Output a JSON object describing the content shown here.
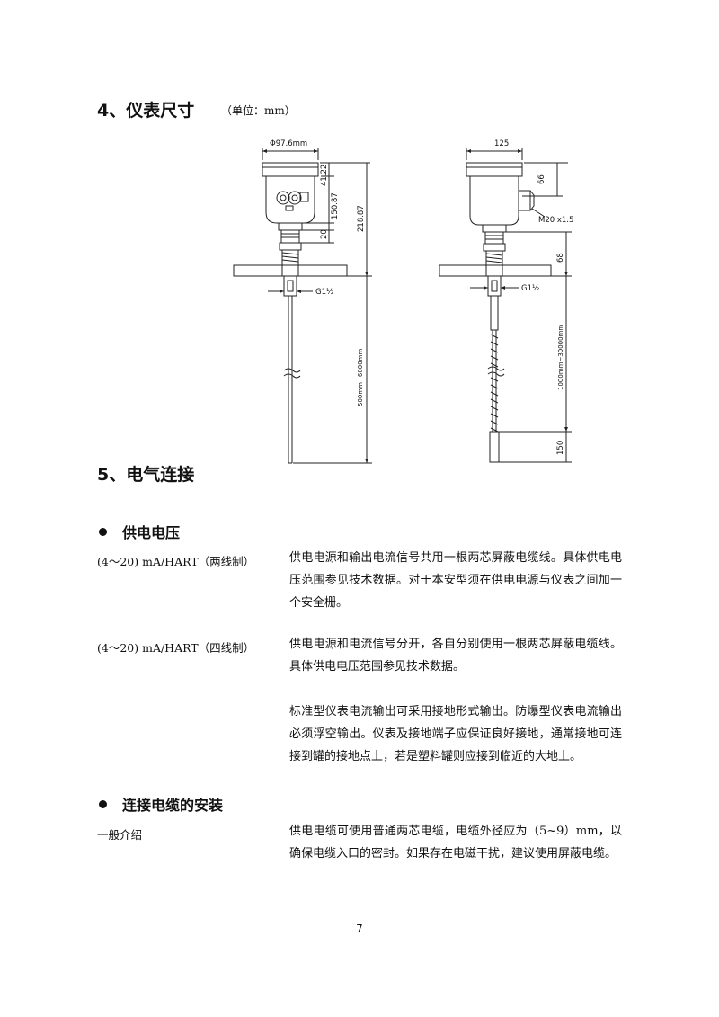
{
  "section4": {
    "title": "4、仪表尺寸",
    "unit": "（单位：mm）"
  },
  "drawing": {
    "left": {
      "diameter": "Φ97.6mm",
      "dims": [
        "41.22",
        "150.87",
        "20",
        "218.87",
        "500mm~6000mm"
      ],
      "thread": "G1½"
    },
    "right": {
      "width": "125",
      "dims": [
        "66",
        "68",
        "1000mm~30000mm",
        "150"
      ],
      "cable_gland": "M20 x1.5",
      "thread": "G1½"
    }
  },
  "section5": {
    "title": "5、电气连接"
  },
  "supply": {
    "heading": "供电电压",
    "items": [
      {
        "label": "(4～20) mA/HART（两线制）",
        "text": "供电电源和输出电流信号共用一根两芯屏蔽电缆线。具体供电电压范围参见技术数据。对于本安型须在供电电源与仪表之间加一个安全栅。"
      },
      {
        "label": "(4～20) mA/HART（四线制）",
        "text": "供电电源和电流信号分开，各自分别使用一根两芯屏蔽电缆线。具体供电电压范围参见技术数据。"
      }
    ],
    "note": "标准型仪表电流输出可采用接地形式输出。防爆型仪表电流输出必须浮空输出。仪表及接地端子应保证良好接地，通常接地可连接到罐的接地点上，若是塑料罐则应接到临近的大地上。"
  },
  "cable": {
    "heading": "连接电缆的安装",
    "label": "一般介绍",
    "text": "供电电缆可使用普通两芯电缆，电缆外径应为（5~9）mm，以确保电缆入口的密封。如果存在电磁干扰，建议使用屏蔽电缆。"
  },
  "page_number": "7"
}
